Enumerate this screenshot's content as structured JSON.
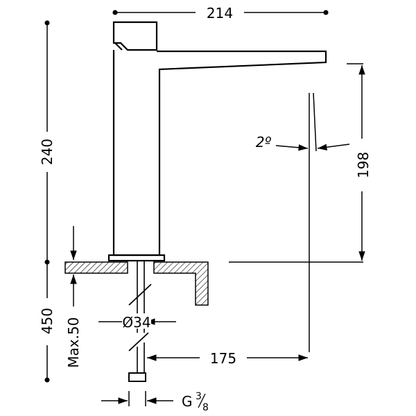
{
  "drawing": {
    "line_color": "#000000",
    "background_color": "#ffffff",
    "dimensions": {
      "total_width": "214",
      "total_height": "240",
      "spout_height": "198",
      "tilt_angle": "2º",
      "max_counter_thickness": "Max.50",
      "counter_to_floor_depth": "450",
      "hole_diameter": "Ø34",
      "spout_reach": "175",
      "connection_prefix": "G",
      "connection_numerator": "3",
      "connection_denominator": "8"
    }
  }
}
